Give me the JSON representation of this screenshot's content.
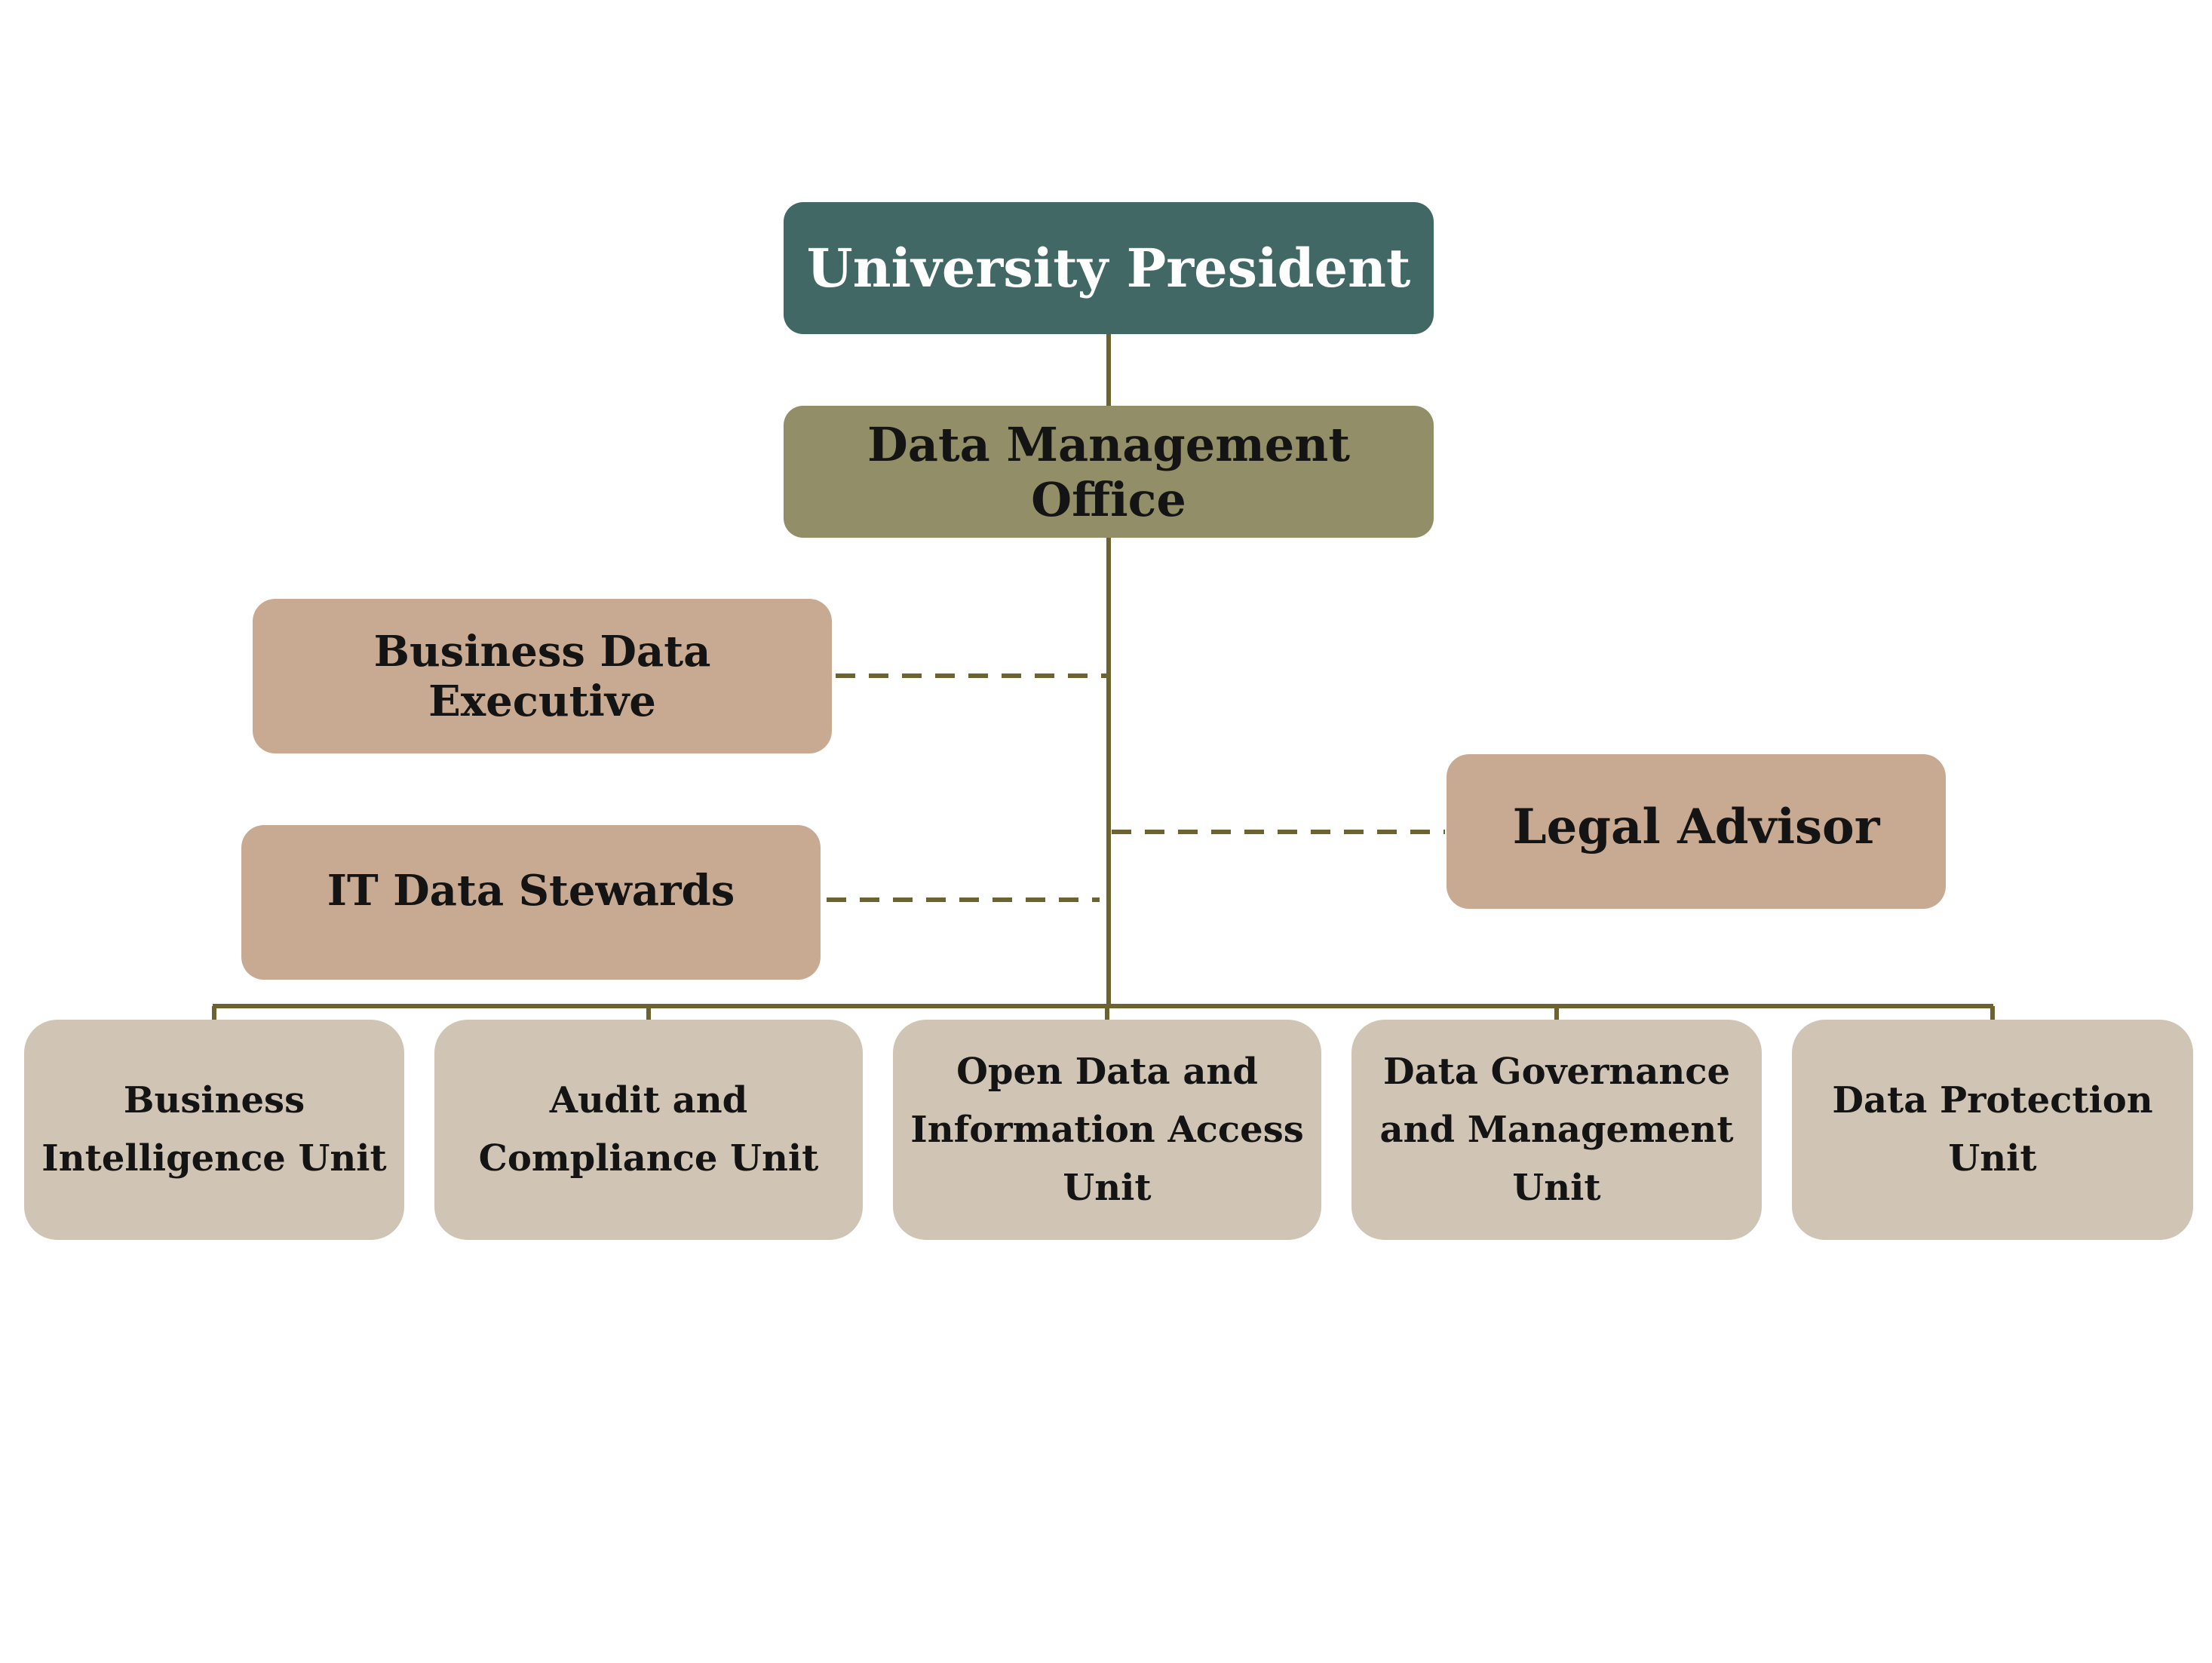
{
  "colors": {
    "connector": "#6b6431",
    "president_box": "#416865",
    "office_box": "#928e67",
    "advisory_box": "#c8aa92",
    "unit_box": "#d0c5b4",
    "text_dark": "#141414",
    "text_light": "#ffffff"
  },
  "org_chart": {
    "root": {
      "label": "University President"
    },
    "office": {
      "label": "Data Management Office",
      "reports_to": "University President"
    },
    "advisory": [
      {
        "label": "Business Data Executive",
        "link": "dashed"
      },
      {
        "label": "IT Data Stewards",
        "link": "dashed"
      },
      {
        "label": "Legal Advisor",
        "link": "dashed"
      }
    ],
    "units": [
      {
        "lines": [
          "Business",
          "Intelligence Unit"
        ]
      },
      {
        "lines": [
          "Audit and",
          "Compliance Unit"
        ]
      },
      {
        "lines": [
          "Open Data and",
          "Information Access",
          "Unit"
        ]
      },
      {
        "lines": [
          "Data Governance",
          "and Management",
          "Unit"
        ]
      },
      {
        "lines": [
          "Data Protection",
          "Unit"
        ]
      }
    ]
  }
}
